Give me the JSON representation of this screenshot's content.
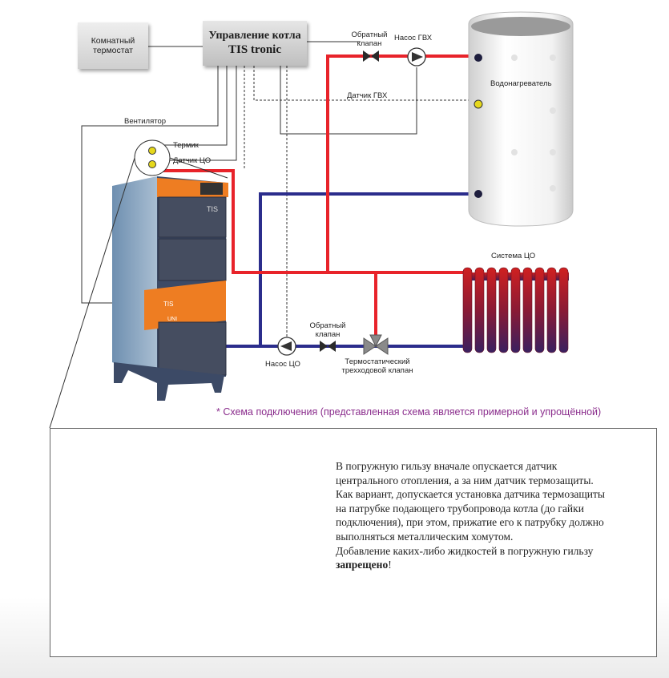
{
  "control": {
    "line1": "Управление котла",
    "line2": "TIS tronic"
  },
  "thermostat": {
    "line1": "Комнатный",
    "line2": "термостат"
  },
  "labels": {
    "fan": "Вентилятор",
    "termik": "Термик",
    "sensor_co": "Датчик ЦО",
    "check_valve_top_1": "Обратный",
    "check_valve_top_2": "клапан",
    "pump_dhw": "Насос ГВХ",
    "sensor_dhw": "Датчик ГВХ",
    "water_heater": "Водонагреватель",
    "heating_system": "Система ЦО",
    "check_valve_bottom_1": "Обратный",
    "check_valve_bottom_2": "клапан",
    "pump_co": "Насос ЦО",
    "three_way_1": "Термостатический",
    "three_way_2": "трехходовой клапан"
  },
  "boiler_badges": {
    "top": "TIS",
    "mid": "TIS",
    "low": "UNI"
  },
  "note": "* Схема подключения (представленная схема является примерной и упрощённой)",
  "info": {
    "line1": "В погружную гильзу вначале опускается датчик",
    "line2": "центрального отопления, а за ним датчик термозащиты.",
    "line3": "Как вариант, допускается установка датчика термозащиты",
    "line4": "на патрубке подающего трубопровода котла (до гайки",
    "line5": "подключения), при этом, прижатие его к патрубку должно",
    "line6": "выполняться металлическим хомутом.",
    "line7": "Добавление каких-либо жидкостей в погружную гильзу",
    "line8_bold": "запрещено",
    "line8_end": "!"
  },
  "colors": {
    "supply": "#e8232a",
    "return": "#2b2d8c",
    "orange": "#ee7d22",
    "note": "#8a2c8c"
  }
}
